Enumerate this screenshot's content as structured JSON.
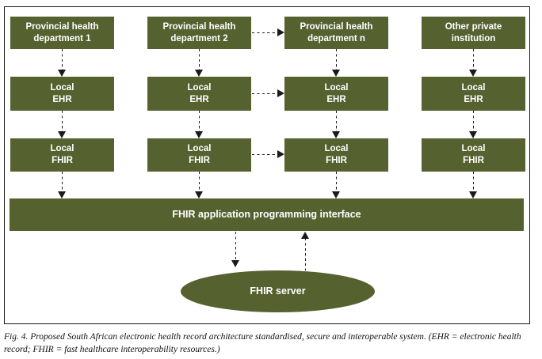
{
  "colors": {
    "box_fill": "#566130",
    "box_text": "#ffffff",
    "line": "#1a1a1a",
    "bg": "#ffffff"
  },
  "diagram": {
    "columns": [
      {
        "source": "Provincial health\ndepartment 1",
        "ehr": "Local\nEHR",
        "fhir": "Local\nFHIR"
      },
      {
        "source": "Provincial health\ndepartment 2",
        "ehr": "Local\nEHR",
        "fhir": "Local\nFHIR"
      },
      {
        "source": "Provincial health\ndepartment n",
        "ehr": "Local\nEHR",
        "fhir": "Local\nFHIR"
      },
      {
        "source": "Other private\ninstitution",
        "ehr": "Local\nEHR",
        "fhir": "Local\nFHIR"
      }
    ],
    "api_bar": {
      "label": "FHIR application programming interface"
    },
    "server": {
      "label": "FHIR server"
    }
  },
  "caption": {
    "text": "Fig. 4. Proposed South African electronic health record architecture standardised, secure and interoperable system. (EHR = electronic health record; FHIR = fast healthcare interoperability resources.)"
  }
}
